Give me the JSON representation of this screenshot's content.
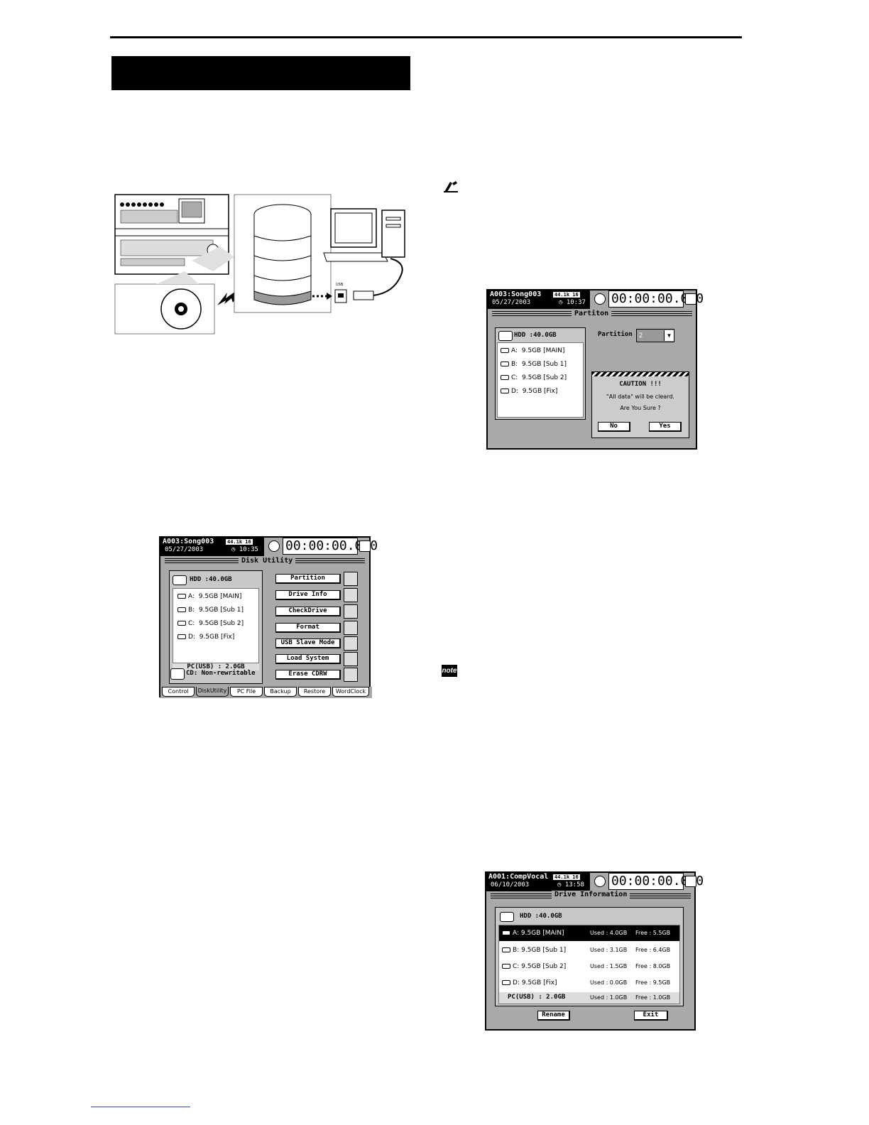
{
  "disk_utility_screen": {
    "song": "A003:Song003",
    "rate": "44.1k 16",
    "date": "05/27/2003",
    "time": "◷ 10:35",
    "counter": "00:00:00.000",
    "title": "Disk Utility",
    "hdd": "HDD :40.0GB",
    "drives": [
      {
        "letter": "A:",
        "info": "9.5GB [MAIN]"
      },
      {
        "letter": "B:",
        "info": "9.5GB [Sub 1]"
      },
      {
        "letter": "C:",
        "info": "9.5GB [Sub 2]"
      },
      {
        "letter": "D:",
        "info": "9.5GB [Fix]"
      }
    ],
    "pc_usb": "PC(USB) : 2.0GB",
    "cd": "CD: Non-rewritable",
    "buttons": [
      "Partition",
      "Drive Info",
      "CheckDrive",
      "Format",
      "USB Slave Mode",
      "Load System",
      "Erase CDRW"
    ],
    "tabs": [
      "Control",
      "DiskUtility",
      "PC File",
      "Backup",
      "Restore",
      "WordClock"
    ]
  },
  "partition_screen": {
    "song": "A003:Song003",
    "rate": "44.1k 16",
    "date": "05/27/2003",
    "time": "◷ 10:37",
    "counter": "00:00:00.000",
    "title": "Partiton",
    "hdd": "HDD :40.0GB",
    "drives": [
      {
        "letter": "A:",
        "info": "9.5GB [MAIN]"
      },
      {
        "letter": "B:",
        "info": "9.5GB [Sub 1]"
      },
      {
        "letter": "C:",
        "info": "9.5GB [Sub 2]"
      },
      {
        "letter": "D:",
        "info": "9.5GB [Fix]"
      }
    ],
    "partition_label": "Partition",
    "partition_value": "2",
    "caution_title": "CAUTION !!!",
    "caution_line1": "\"All data\" will be cleard.",
    "caution_line2": "Are You Sure ?",
    "no_label": "No",
    "yes_label": "Yes"
  },
  "drive_info_screen": {
    "song": "A001:CompVocal",
    "rate": "44.1k 16",
    "date": "06/10/2003",
    "time": "◷ 13:58",
    "counter": "00:00:00.000",
    "title": "Drive Information",
    "hdd": "HDD :40.0GB",
    "drives": [
      {
        "letter": "A:",
        "info": "9.5GB [MAIN]",
        "used": "Used :  4.0GB",
        "free": "Free :  5.5GB"
      },
      {
        "letter": "B:",
        "info": "9.5GB [Sub 1]",
        "used": "Used :  3.1GB",
        "free": "Free :  6.4GB"
      },
      {
        "letter": "C:",
        "info": "9.5GB [Sub 2]",
        "used": "Used :  1.5GB",
        "free": "Free :  8.0GB"
      },
      {
        "letter": "D:",
        "info": "9.5GB [Fix]",
        "used": "Used :  0.0GB",
        "free": "Free :  9.5GB"
      }
    ],
    "pc_usb": "PC(USB) : 2.0GB",
    "pc_used": "Used :  1.0GB",
    "pc_free": "Free :  1.0GB",
    "rename_label": "Rename",
    "exit_label": "Exit"
  },
  "diagram": {
    "usb_label": "USB"
  }
}
